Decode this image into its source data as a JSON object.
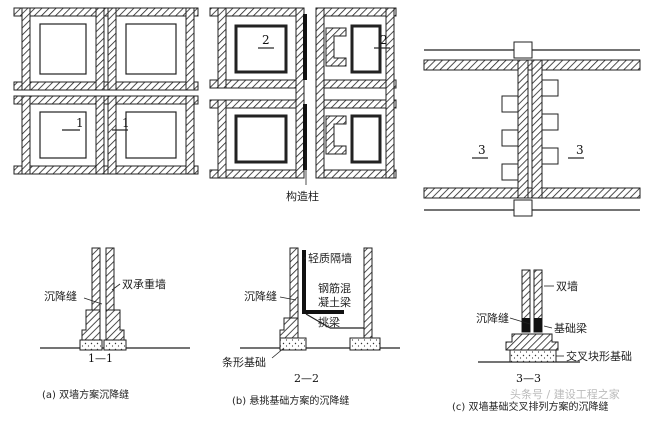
{
  "labels": {
    "construction_column": "构造柱",
    "double_bearing_wall": "双承重墙",
    "settlement_joint_a": "沉降缝",
    "light_partition": "轻质隔墙",
    "settlement_joint_b": "沉降缝",
    "rc_line1": "钢筋混",
    "rc_line2": "凝土梁",
    "cantilever_beam": "挑梁",
    "strip_foundation": "条形基础",
    "double_wall": "双墙",
    "settlement_joint_c": "沉降缝",
    "foundation_beam": "基础梁",
    "cross_foundation": "交叉块形基础"
  },
  "section_marks": {
    "m1": "1",
    "m2": "2",
    "m3": "3"
  },
  "section_titles": {
    "s1": "1—1",
    "s2": "2—2",
    "s3": "3—3"
  },
  "captions": {
    "a": "(a) 双墙方案沉降缝",
    "b": "(b) 悬挑基础方案的沉降缝",
    "c": "(c) 双墙基础交叉排列方案的沉降缝"
  },
  "watermark": "头条号 / 建设工程之家"
}
